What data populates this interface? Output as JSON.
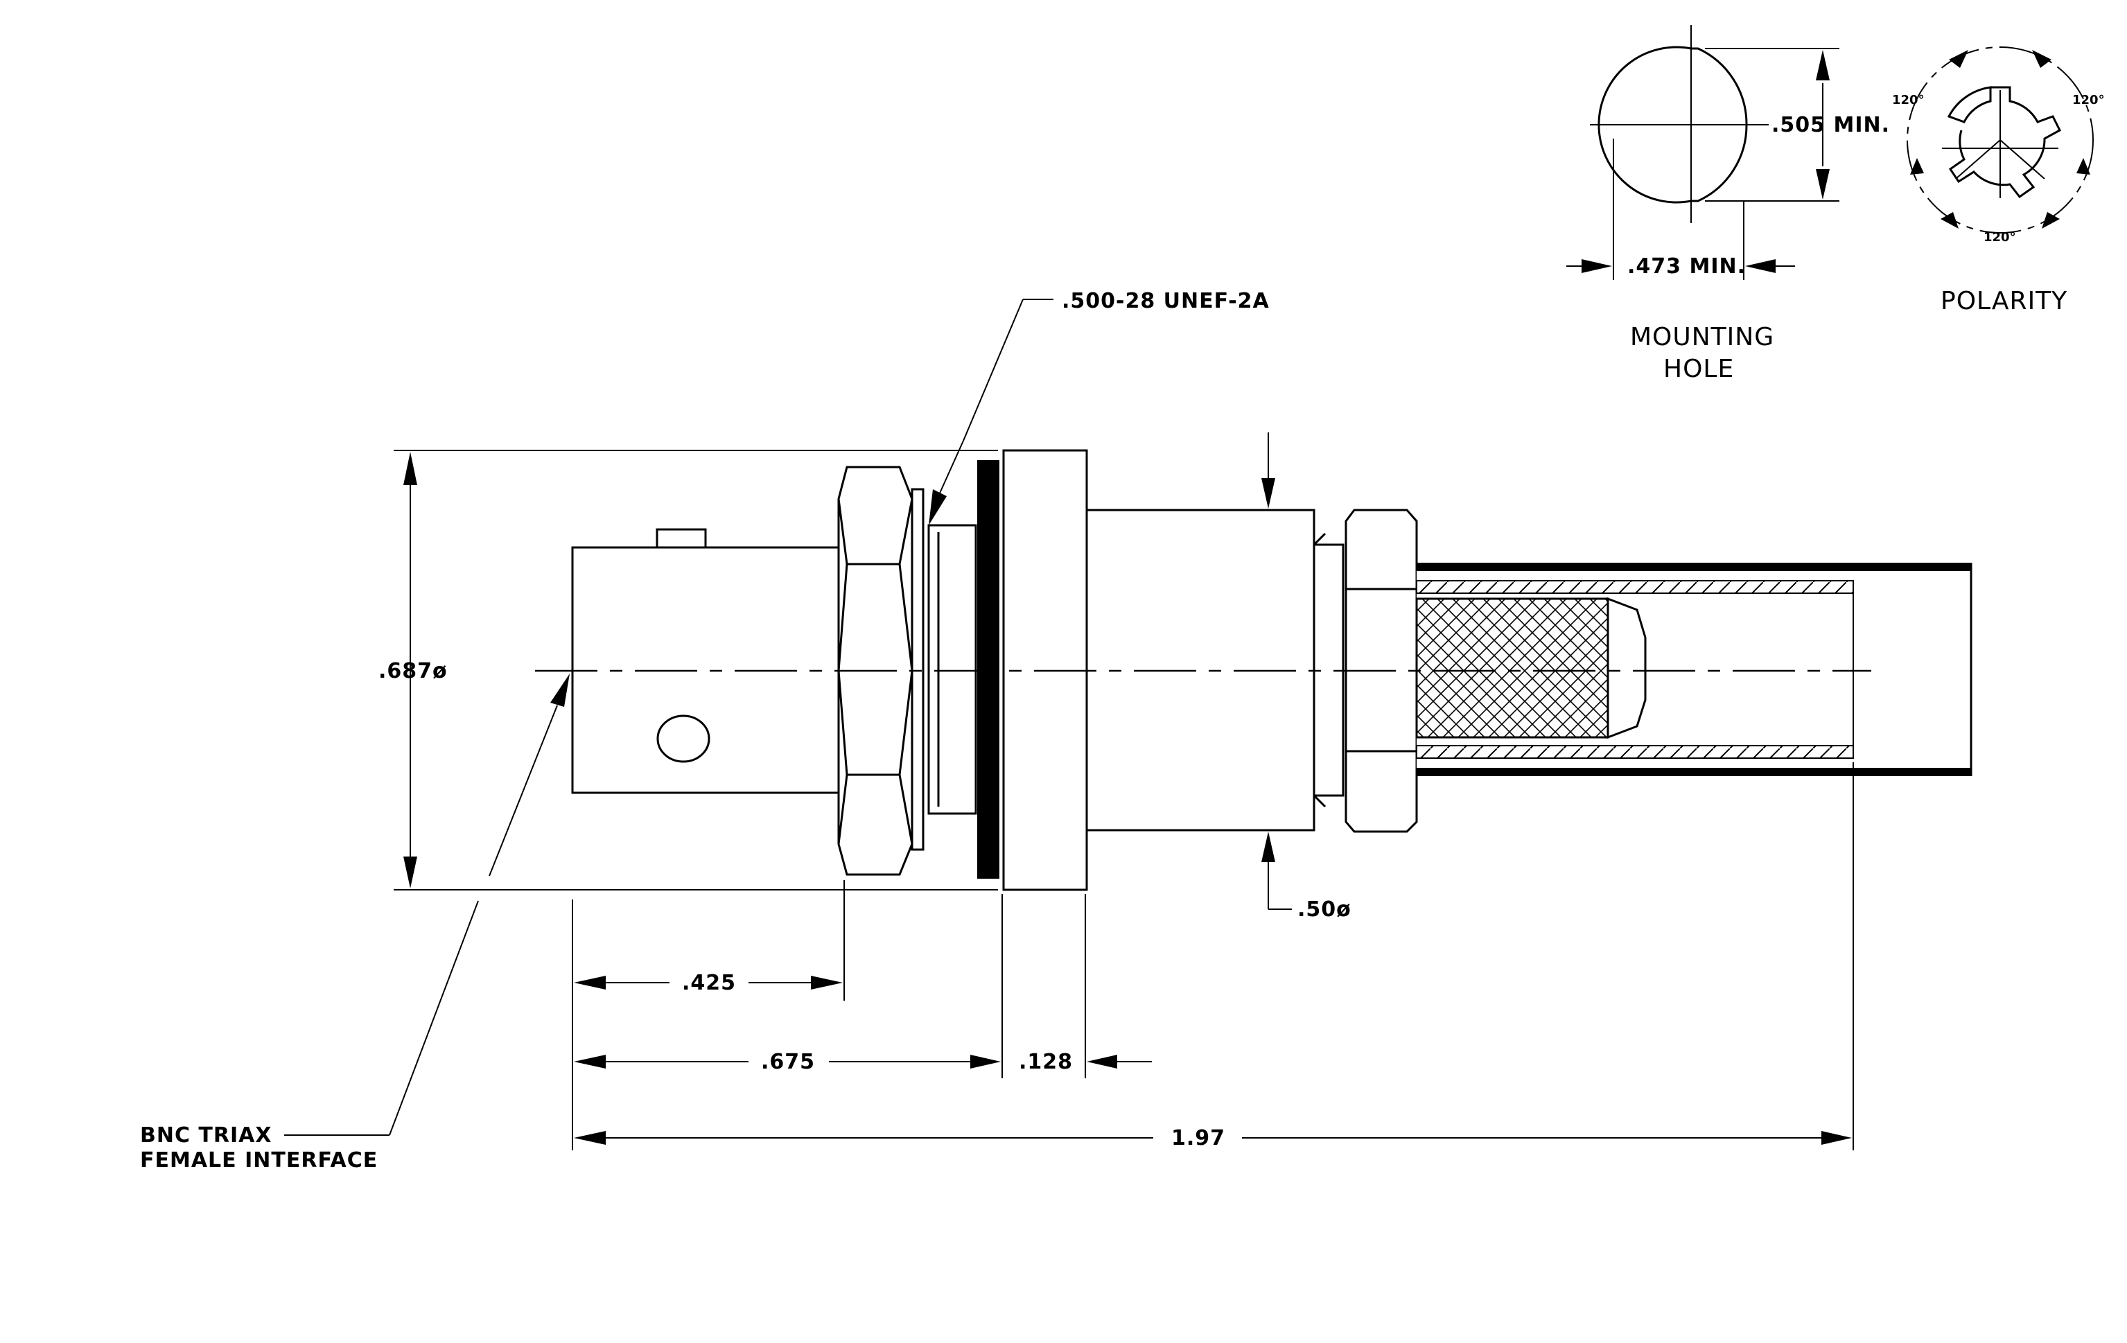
{
  "labels": {
    "thread": ".500-28  UNEF-2A",
    "dia_687": ".687ø",
    "dia_50": ".50ø",
    "dim_425": ".425",
    "dim_675": ".675",
    "dim_128": ".128",
    "dim_197": "1.97",
    "interface_line1": "BNC  TRIAX",
    "interface_line2": "FEMALE  INTERFACE",
    "hole_505": ".505  MIN.",
    "hole_473": ".473  MIN.",
    "mounting_line1": "MOUNTING",
    "mounting_line2": "HOLE",
    "polarity": "POLARITY",
    "angle_tl": "120°",
    "angle_tr": "120°",
    "angle_b": "120°"
  }
}
